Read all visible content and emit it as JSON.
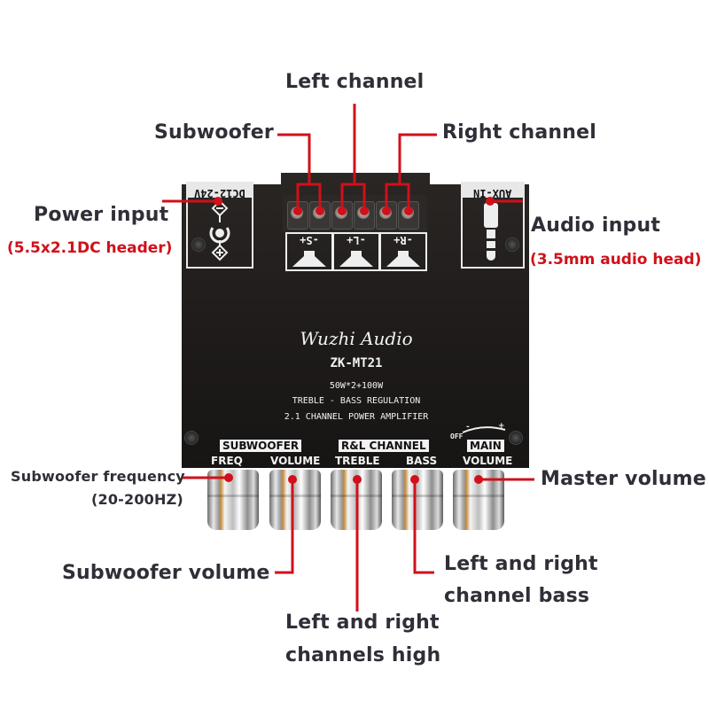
{
  "callouts": {
    "left_channel": "Left channel",
    "subwoofer": "Subwoofer",
    "right_channel": "Right channel",
    "power_input": "Power input",
    "power_input_sub": "(5.5x2.1DC header)",
    "audio_input": "Audio input",
    "audio_input_sub": "(3.5mm audio head)",
    "sub_freq": "Subwoofer frequency",
    "sub_freq_sub": "(20-200HZ)",
    "master_volume": "Master volume",
    "sub_volume": "Subwoofer volume",
    "lr_bass_1": "Left and right",
    "lr_bass_2": "channel bass",
    "lr_high_1": "Left and right",
    "lr_high_2": "channels high"
  },
  "board": {
    "dc_label": "DC12-24V",
    "aux_label": "AUX-IN",
    "speaker_labels": [
      "-S+",
      "-L+",
      "-R+"
    ],
    "brand": "Wuzhi Audio",
    "model": "ZK-MT21",
    "power": "50W*2+100W",
    "feature": "TREBLE - BASS REGULATION",
    "type": "2.1 CHANNEL POWER AMPLIFIER",
    "group_subwoofer": "SUBWOOFER",
    "group_rl": "R&L CHANNEL",
    "group_main": "MAIN",
    "off_label": "OFF",
    "knobs": [
      "FREQ",
      "VOLUME",
      "TREBLE",
      "BASS",
      "VOLUME"
    ]
  },
  "colors": {
    "accent": "#d0101a",
    "text": "#2f2f38",
    "board": "#1e1b1a"
  }
}
